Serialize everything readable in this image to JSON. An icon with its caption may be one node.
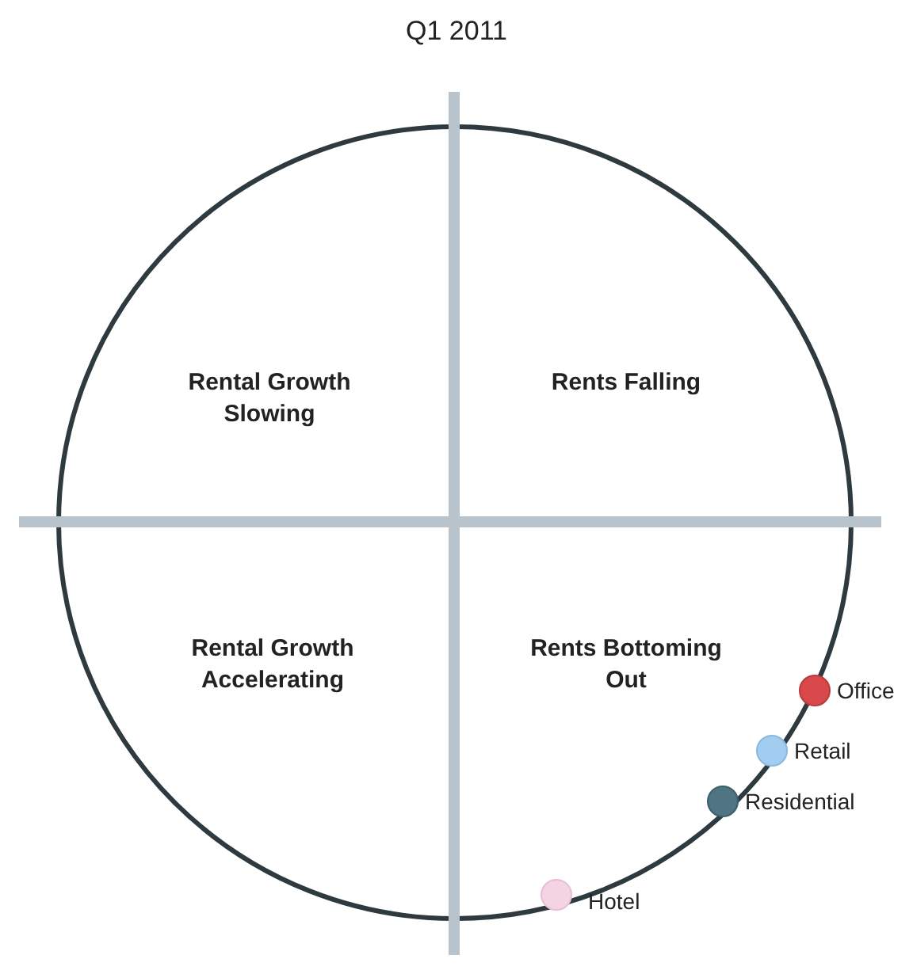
{
  "diagram": {
    "title": "Q1 2011",
    "nodes": [
      {
        "text": [],
        "shape": "circle",
        "beside": [
          "Office"
        ]
      },
      {
        "text": [],
        "shape": "circle",
        "beside": [
          "Retail"
        ]
      },
      {
        "text": [],
        "shape": "circle",
        "beside": [
          "Residential"
        ]
      },
      {
        "text": [],
        "shape": "circle",
        "beside": [
          "Hotel"
        ]
      }
    ],
    "labels": [
      "Rental Growth Slowing",
      "Rents Falling",
      "Rental Growth Accelerating",
      "Rents Bottoming Out"
    ]
  }
}
